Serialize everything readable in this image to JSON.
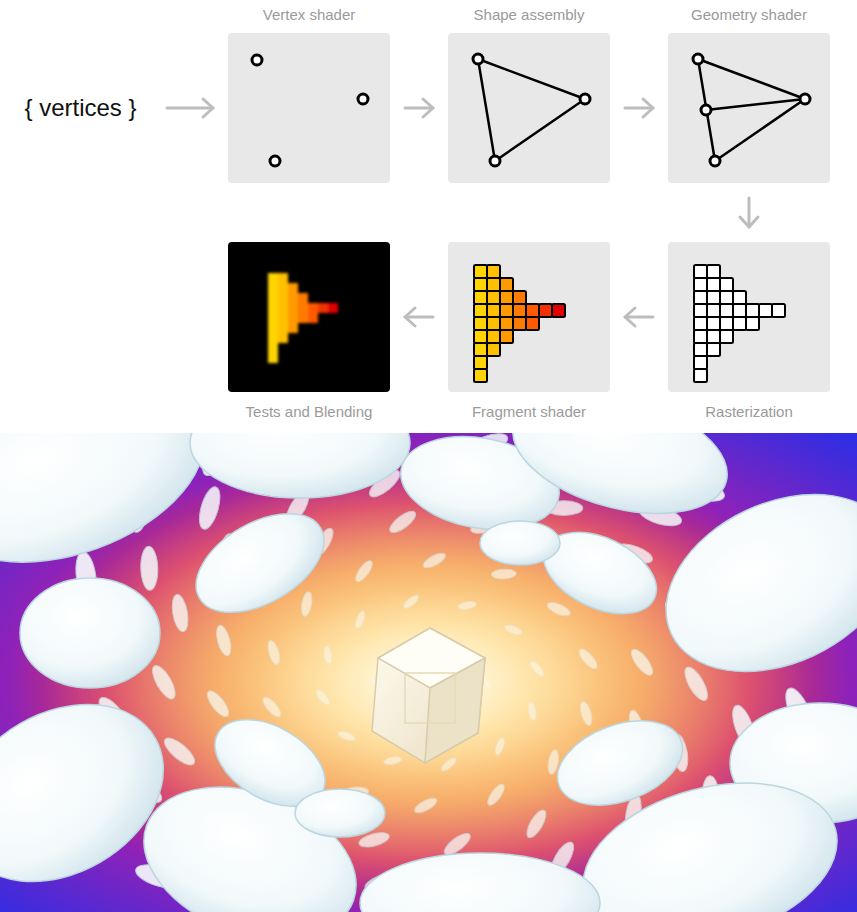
{
  "diagram": {
    "nodes": [
      {
        "text": [
          "{ vertices }"
        ]
      },
      {
        "text": [
          "Vertex shader"
        ]
      },
      {
        "text": [
          "Shape assembly"
        ]
      },
      {
        "text": [
          "Geometry shader"
        ]
      },
      {
        "text": [
          "Rasterization"
        ]
      },
      {
        "text": [
          "Fragment shader"
        ]
      },
      {
        "text": [
          "Tests and Blending"
        ]
      }
    ],
    "edges": [
      {
        "from": 0,
        "to": 1,
        "arrow": "to"
      },
      {
        "from": 1,
        "to": 2,
        "arrow": "to"
      },
      {
        "from": 2,
        "to": 3,
        "arrow": "to"
      },
      {
        "from": 3,
        "to": 4,
        "arrow": "to"
      },
      {
        "from": 4,
        "to": 5,
        "arrow": "to"
      },
      {
        "from": 5,
        "to": 6,
        "arrow": "to"
      }
    ]
  }
}
